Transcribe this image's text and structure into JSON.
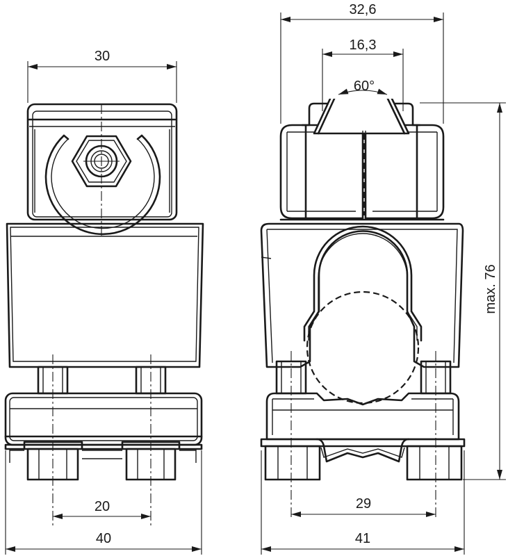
{
  "dimensions": {
    "top_left_width": "30",
    "top_right_width": "32,6",
    "inner_width": "16,3",
    "angle": "60°",
    "height": "max. 76",
    "bottom_left_spacing": "20",
    "bottom_left_width": "40",
    "bottom_right_spacing": "29",
    "bottom_right_width": "41"
  },
  "colors": {
    "line": "#1a1a1a",
    "background": "#ffffff"
  }
}
